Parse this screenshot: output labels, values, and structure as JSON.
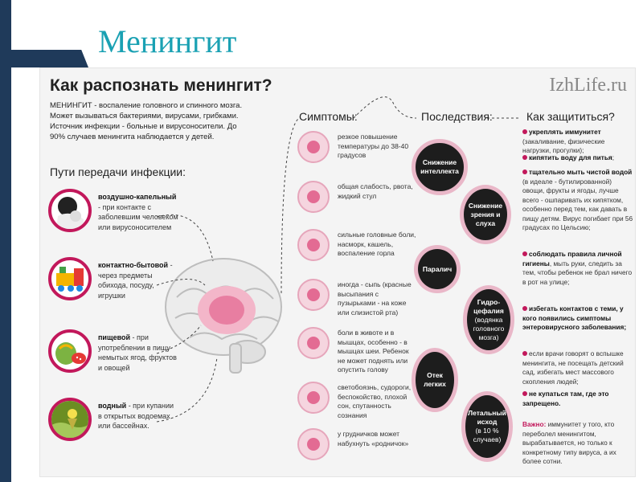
{
  "slide": {
    "title": "Менингит"
  },
  "infographic": {
    "title": "Как распознать менингит?",
    "brand": "IzhLife.ru",
    "intro": "МЕНИНГИТ - воспаление головного и спинного мозга. Может вызываться бактериями, вирусами, грибками. Источник инфекции - больные и вирусоносители. До 90% случаев менингита наблюдается у детей.",
    "transmission_heading": "Пути передачи инфекции:",
    "routes": [
      {
        "name": "воздушно-капельный",
        "desc": "- при контакте с заболевшим человеком или вирусоносителем"
      },
      {
        "name": "контактно-бытовой",
        "desc": "- через предметы обихода, посуду, игрушки"
      },
      {
        "name": "пищевой",
        "desc": "- при употреблении в пищу немытых ягод, фруктов и овощей"
      },
      {
        "name": "водный",
        "desc": "- при купании в открытых водоемах или бассейнах."
      }
    ],
    "symptoms_heading": "Симптомы:",
    "symptoms": [
      "резкое повышение температуры до 38-40 градусов",
      "общая слабость, рвота, жидкий стул",
      "сильные головные боли, насморк, кашель, воспаление горла",
      "иногда - сыпь (красные высыпания с пузырьками - на коже или слизистой рта)",
      "боли в животе и в мышцах, особенно - в мышцах шеи. Ребенок не может поднять или опустить голову",
      "светобоязнь, судороги, беспокойство, плохой сон, спутанность сознания",
      "у грудничков может набухнуть «родничок»"
    ],
    "consequences_heading": "Последствия:",
    "consequences": [
      {
        "label": "Снижение интеллекта",
        "sub": ""
      },
      {
        "label": "Снижение зрения и слуха",
        "sub": ""
      },
      {
        "label": "Паралич",
        "sub": ""
      },
      {
        "label": "Гидро-цефалия",
        "sub": "(водянка головного мозга)"
      },
      {
        "label": "Отек легких",
        "sub": ""
      },
      {
        "label": "Летальный исход",
        "sub": "(в 10 % случаев)"
      }
    ],
    "protect_heading": "Как защититься?",
    "protect": [
      {
        "bold": "укреплять иммунитет",
        "text": " (закаливание, физические нагрузки, прогулки);"
      },
      {
        "bold": "кипятить воду для питья",
        "text": ";"
      },
      {
        "bold": "тщательно мыть чистой водой",
        "text": " (в идеале - бутилированной) овощи, фрукты и ягоды, лучше всего - ошпаривать их кипятком, особенно перед тем, как давать в пищу детям. Вирус погибает при 56 градусах по Цельсию;"
      },
      {
        "bold": "соблюдать правила личной гигиены",
        "text": ", мыть руки, следить за тем, чтобы ребенок не брал ничего в рот на улице;"
      },
      {
        "bold": "избегать контактов с теми, у кого появились симптомы энтеровирусного заболевания;",
        "text": ""
      },
      {
        "bold": "",
        "text": "если врачи говорят о вспышке менингита, не посещать детский сад, избегать мест массового скопления людей;"
      },
      {
        "bold": "не купаться там, где это запрещено.",
        "text": ""
      }
    ],
    "note_label": "Важно:",
    "note_text": " иммунитет у того, кто переболел менингитом, вырабатывается, но только к конкретному типу вируса, а их более сотни."
  },
  "colors": {
    "title": "#1aa1b3",
    "accent": "#c2185b",
    "sidebar": "#1f3a5a",
    "symptom_ring": "#f5d5df",
    "consequence_fill": "#1d1d1d"
  }
}
